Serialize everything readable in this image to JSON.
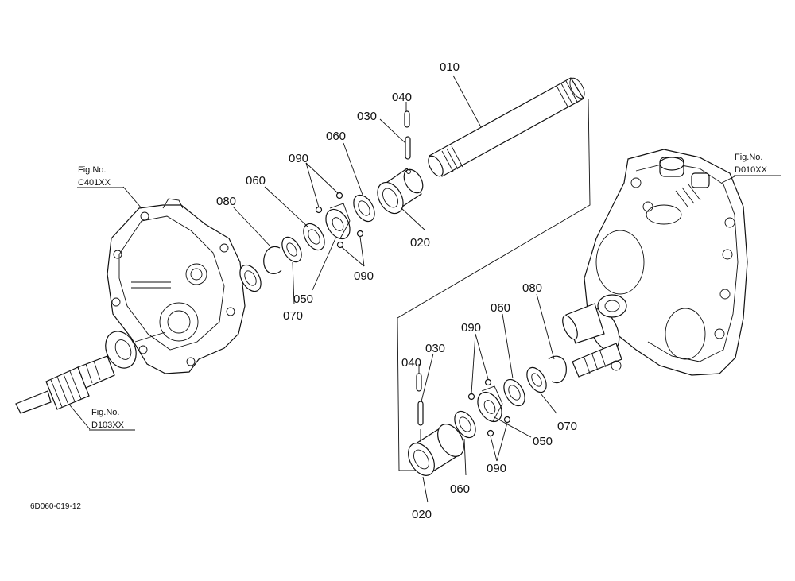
{
  "diagram": {
    "drawing_code": "6D060-019-12",
    "fig_refs": [
      {
        "title": "Fig.No.",
        "code": "C401XX"
      },
      {
        "title": "Fig.No.",
        "code": "D010XX"
      },
      {
        "title": "Fig.No.",
        "code": "D103XX"
      }
    ],
    "callouts": {
      "upper": [
        "010",
        "040",
        "030",
        "060",
        "090",
        "060",
        "080",
        "020",
        "090",
        "050",
        "070"
      ],
      "lower": [
        "090",
        "060",
        "080",
        "040",
        "030",
        "050",
        "070",
        "090",
        "060",
        "020"
      ]
    }
  }
}
